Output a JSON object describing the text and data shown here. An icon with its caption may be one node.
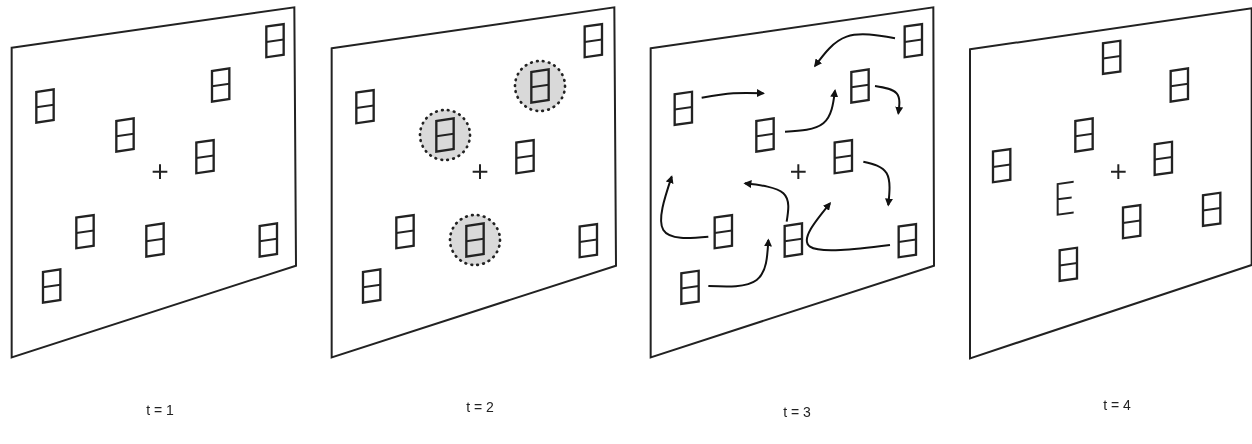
{
  "diagram": {
    "labels": [
      "t = 1",
      "t = 2",
      "t = 3",
      "t = 4"
    ]
  }
}
